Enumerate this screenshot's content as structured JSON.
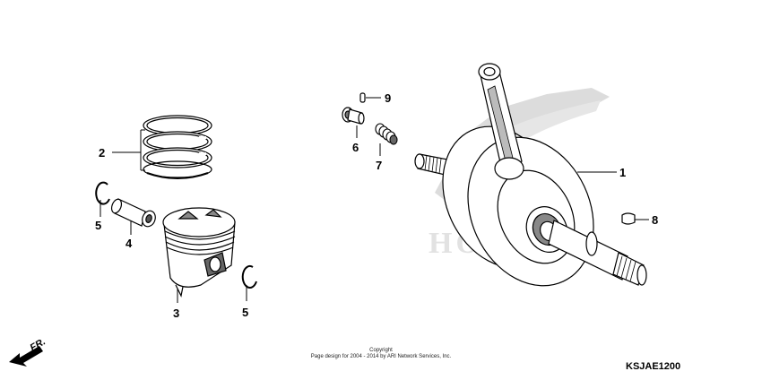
{
  "callouts": {
    "crankshaft": "1",
    "piston_rings": "2",
    "piston": "3",
    "piston_pin": "4",
    "pin_clip_left": "5",
    "pin_clip_right": "5",
    "cam_chain_tensioner_bolt": "6",
    "tensioner_spring": "7",
    "woodruff_key": "8",
    "o_ring": "9"
  },
  "direction_label": "FR.",
  "copyright": {
    "line1": "Copyright",
    "line2": "Page design for 2004 - 2014 by ARI Network Services, Inc."
  },
  "diagram_code": "KSJAE1200",
  "watermark": {
    "text": "HONDA",
    "color": "#d9d9d9"
  },
  "colors": {
    "line": "#000000",
    "part_fill": "#ffffff",
    "shade": "#888888"
  }
}
